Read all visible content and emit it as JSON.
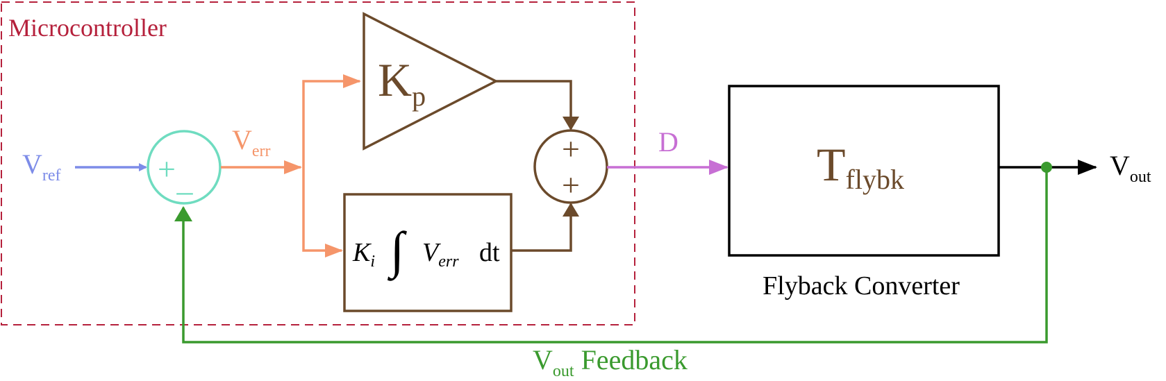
{
  "microcontroller": {
    "label": "Microcontroller"
  },
  "inputs": {
    "vref_main": "V",
    "vref_sub": "ref"
  },
  "error_signal": {
    "main": "V",
    "sub": "err"
  },
  "summing_junction_1": {
    "plus": "+",
    "minus": "–"
  },
  "proportional_gain": {
    "main": "K",
    "sub": "p"
  },
  "integral_block": {
    "k": "K",
    "k_sub": "i",
    "integral": "∫",
    "v": "V",
    "v_sub": "err",
    "dt": "dt"
  },
  "summing_junction_2": {
    "plus_top": "+",
    "plus_bottom": "+"
  },
  "duty_signal": {
    "label": "D"
  },
  "flyback": {
    "main": "T",
    "sub": "flybk",
    "caption": "Flyback Converter"
  },
  "output": {
    "main": "V",
    "sub": "out"
  },
  "feedback": {
    "main": "V",
    "sub": "out",
    "rest": "Feedback"
  },
  "colors": {
    "microcontroller": "#b5203b",
    "vref": "#7d8ce8",
    "sum1": "#6fdcc0",
    "verr": "#f5956a",
    "controller": "#6b4a2b",
    "duty": "#c76fd4",
    "plant": "#000000",
    "feedback": "#3a9a2e"
  }
}
